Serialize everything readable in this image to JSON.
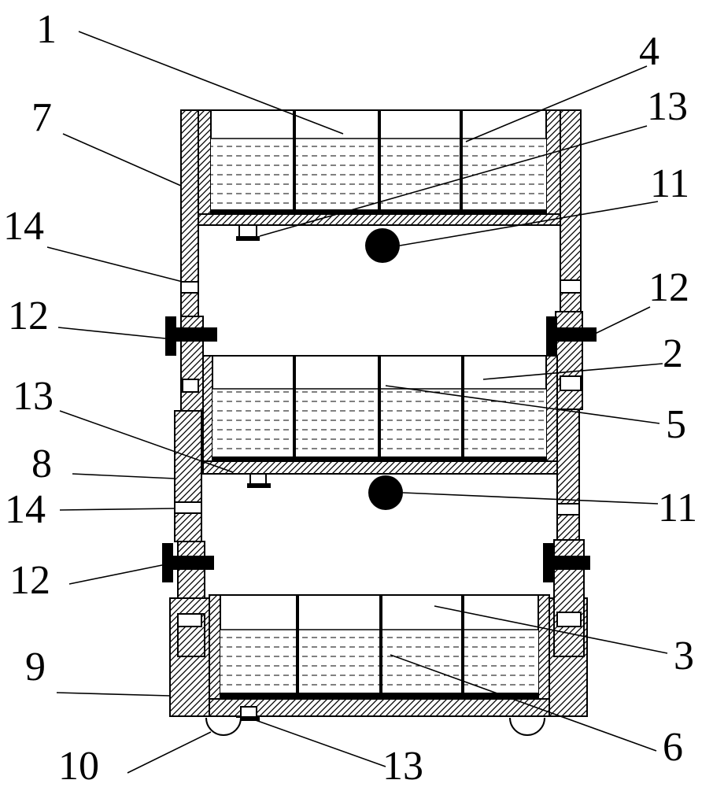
{
  "figure": {
    "labels": {
      "l1": "1",
      "l4": "4",
      "l13_top": "13",
      "l7": "7",
      "l11_top": "11",
      "l14_top": "14",
      "l12_left_top": "12",
      "l12_right_top": "12",
      "l2": "2",
      "l13_mid": "13",
      "l5": "5",
      "l8": "8",
      "l14_mid": "14",
      "l11_mid": "11",
      "l12_left_bot": "12",
      "l3": "3",
      "l9": "9",
      "l6": "6",
      "l10": "10",
      "l13_bot": "13"
    },
    "colors": {
      "stroke": "#000000",
      "fill": "#ffffff",
      "water": "#000000"
    }
  }
}
